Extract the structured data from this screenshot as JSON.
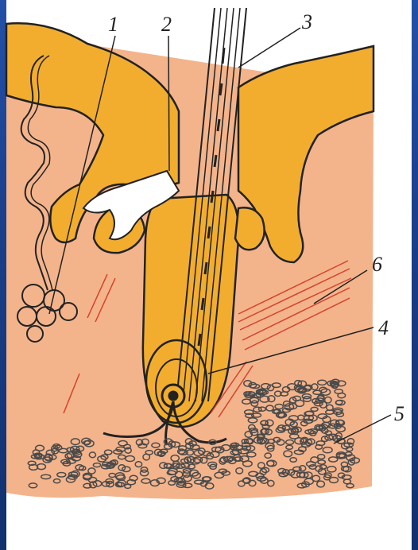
{
  "diagram": {
    "callouts": [
      {
        "id": "c1",
        "text": "1"
      },
      {
        "id": "c2",
        "text": "2"
      },
      {
        "id": "c3",
        "text": "3"
      },
      {
        "id": "c4",
        "text": "4"
      },
      {
        "id": "c5",
        "text": "5"
      },
      {
        "id": "c6",
        "text": "6"
      }
    ],
    "colors": {
      "background": "#1d3f86",
      "panel": "#ffffff",
      "dermis": "#f3b48c",
      "epithelium": "#f2ad2f",
      "outline": "#222222",
      "sebum": "#ffffff",
      "muscle": "#d9402a",
      "fat": "#4a4a4a"
    }
  }
}
